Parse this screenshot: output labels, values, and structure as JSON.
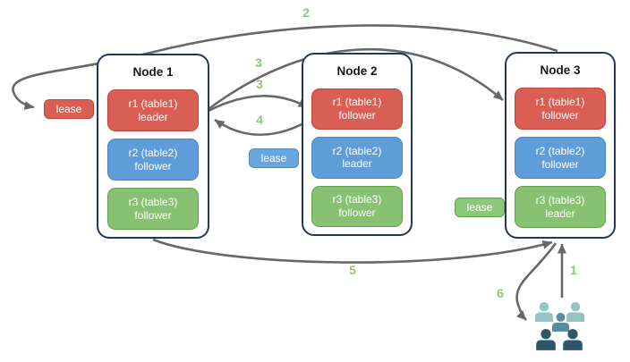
{
  "diagram_name": "replica-lease-replication-diagram",
  "nodes": [
    {
      "title": "Node 1",
      "replicas": [
        {
          "name": "r1 (table1)",
          "role": "leader",
          "color": "#d95e54"
        },
        {
          "name": "r2 (table2)",
          "role": "follower",
          "color": "#5e9dd9"
        },
        {
          "name": "r3 (table3)",
          "role": "follower",
          "color": "#89c172"
        }
      ]
    },
    {
      "title": "Node 2",
      "replicas": [
        {
          "name": "r1 (table1)",
          "role": "follower",
          "color": "#d95e54"
        },
        {
          "name": "r2 (table2)",
          "role": "leader",
          "color": "#5e9dd9"
        },
        {
          "name": "r3 (table3)",
          "role": "follower",
          "color": "#89c172"
        }
      ]
    },
    {
      "title": "Node 3",
      "replicas": [
        {
          "name": "r1 (table1)",
          "role": "follower",
          "color": "#d95e54"
        },
        {
          "name": "r2 (table2)",
          "role": "follower",
          "color": "#5e9dd9"
        },
        {
          "name": "r3 (table3)",
          "role": "leader",
          "color": "#89c172"
        }
      ]
    }
  ],
  "leases": [
    {
      "label": "lease",
      "type": "red"
    },
    {
      "label": "lease",
      "type": "blue"
    },
    {
      "label": "lease",
      "type": "green"
    }
  ],
  "steps": {
    "s1": "1",
    "s2": "2",
    "s3a": "3",
    "s3b": "3",
    "s4": "4",
    "s5": "5",
    "s6": "6"
  },
  "icons": {
    "clients": "users-group-icon"
  },
  "colors": {
    "node_border": "#24385c",
    "arrow": "#686868",
    "step_label": "#8bc874",
    "replica_red": "#d95e54",
    "replica_blue": "#5e9dd9",
    "replica_green": "#89c172",
    "people_back": "#92c5c1",
    "people_middle": "#578ea0",
    "people_front": "#2f566a"
  }
}
